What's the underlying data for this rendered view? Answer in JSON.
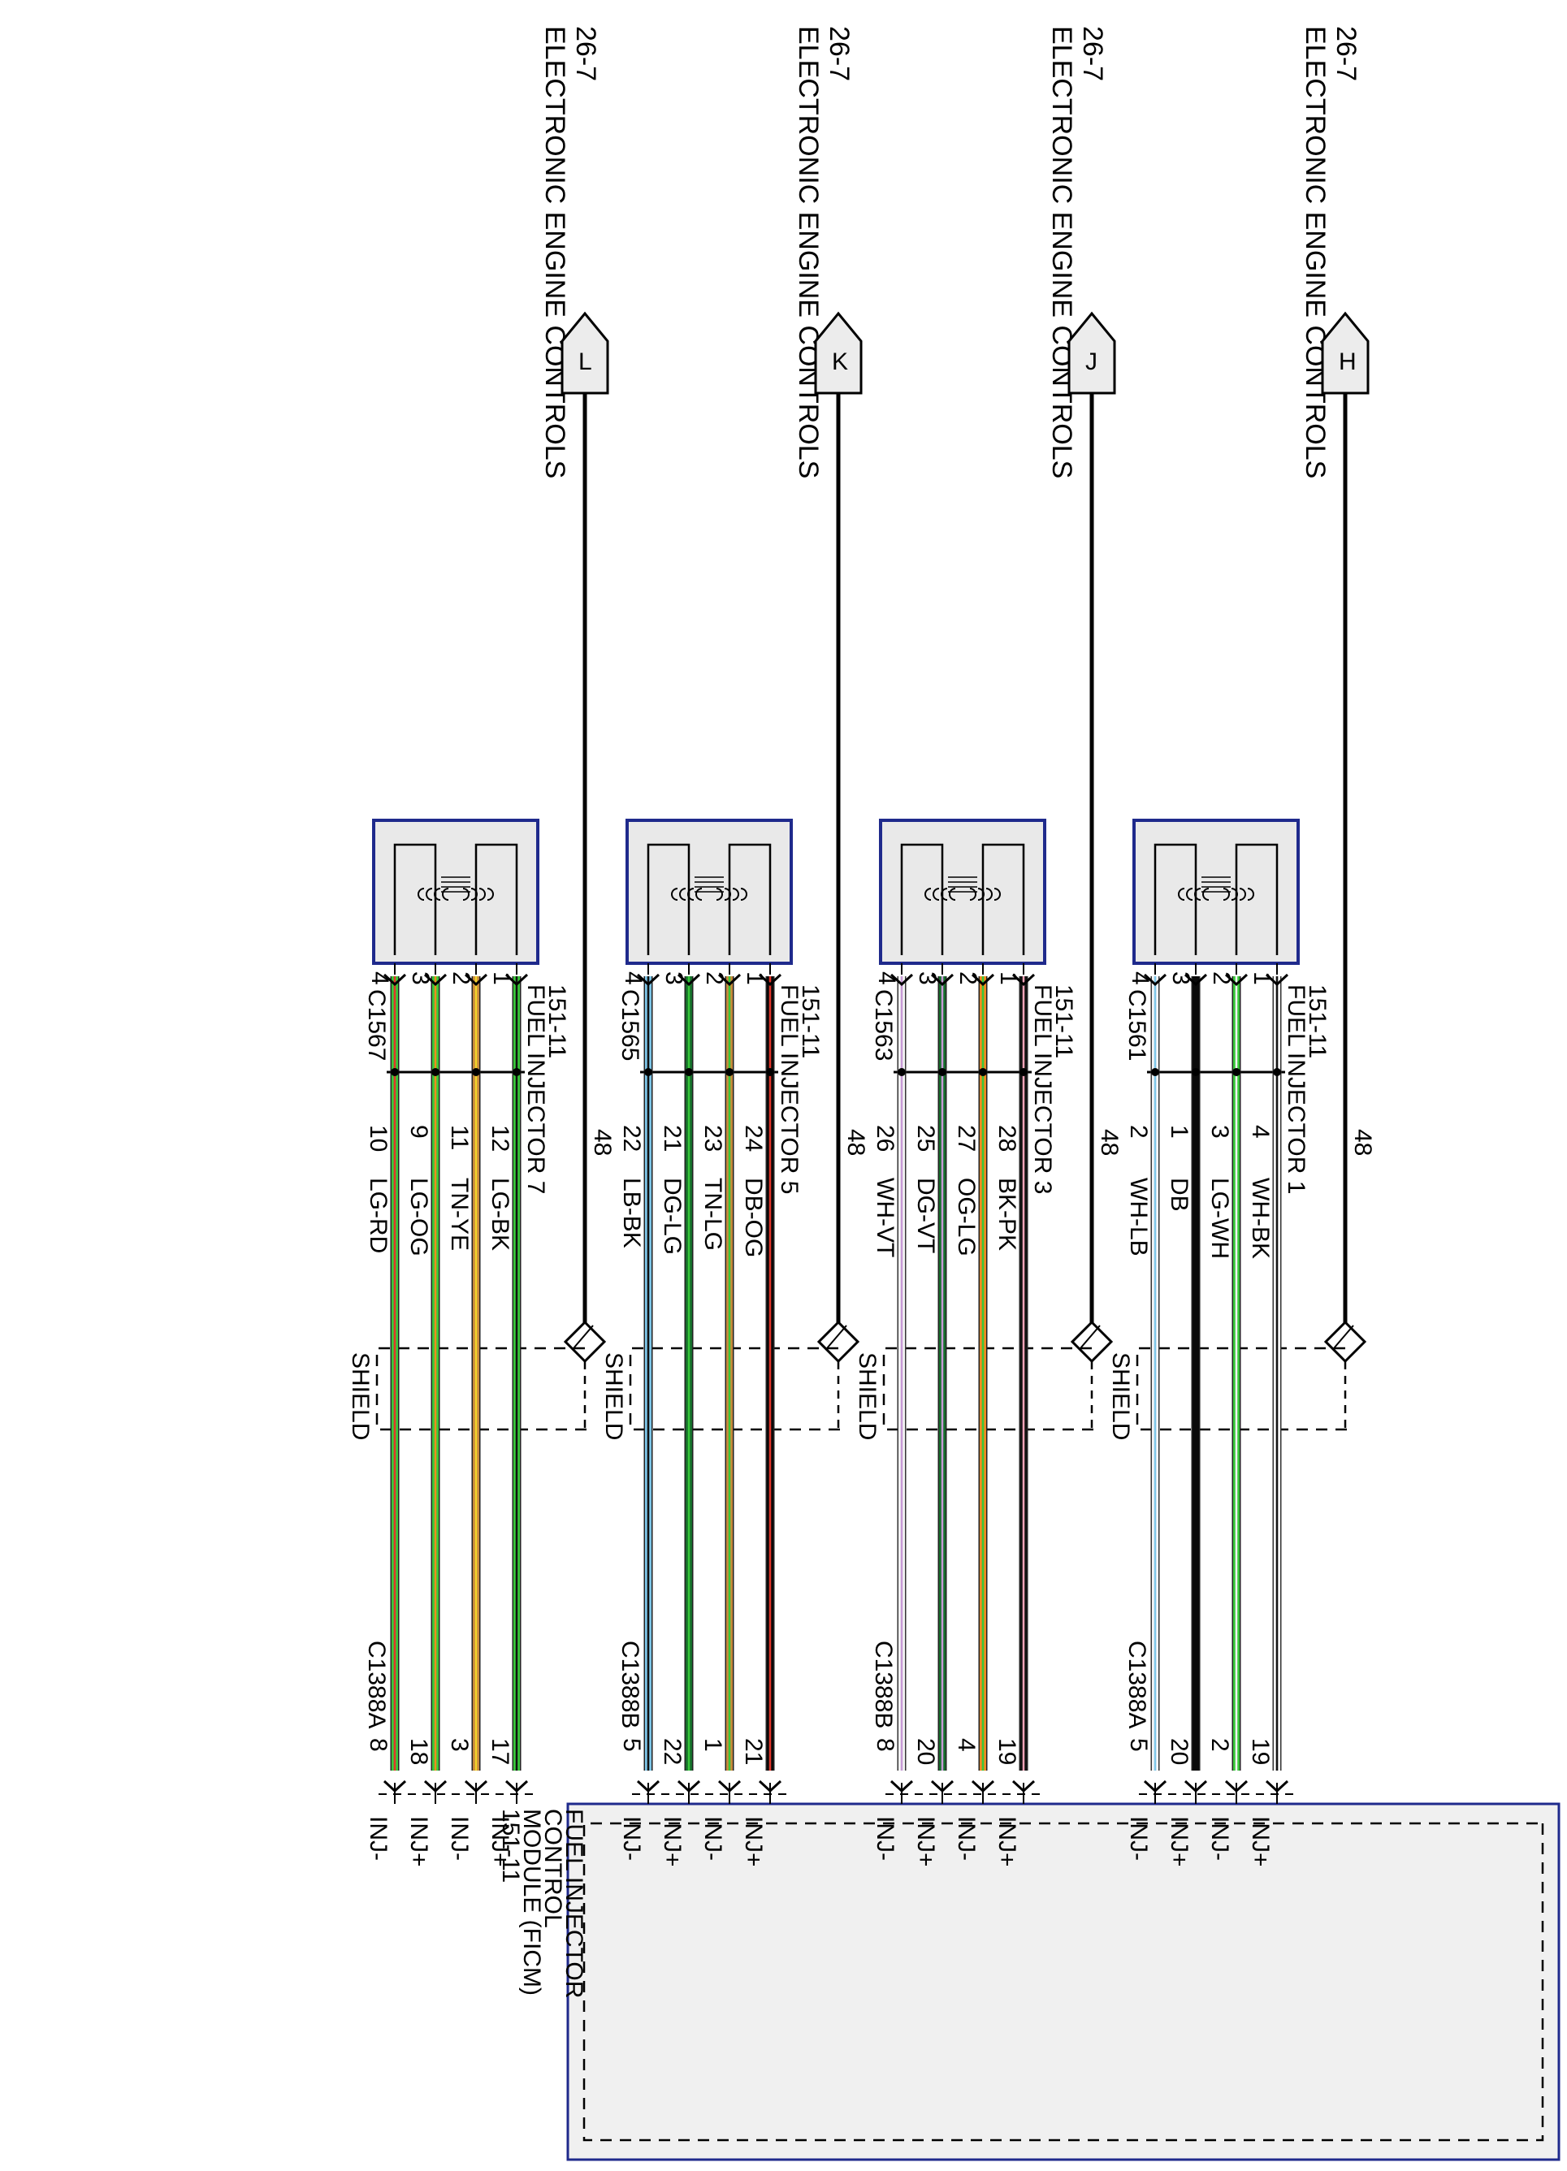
{
  "colors": {
    "LG": "#39c83a",
    "RD": "#e2352a",
    "OG": "#f08a1e",
    "TN": "#c88a3c",
    "YE": "#f2d62a",
    "BK": "#111111",
    "DG": "#166e2b",
    "LB": "#7ec6e8",
    "DB": "#0a0a0a",
    "WH": "#f4f4f4",
    "VT": "#c79ad6",
    "PK": "#f4a3b8",
    "module_fill": "#f0f0f0",
    "module_border": "#1f2a8c"
  },
  "module": {
    "title_lines": [
      "FUEL INJECTOR",
      "CONTROL",
      "MODULE (FICM)",
      "151-11"
    ]
  },
  "groups": [
    {
      "id": "g1",
      "source": {
        "lines": [
          "ELECTRONIC ENGINE CONTROLS",
          "26-7"
        ],
        "letter": "H"
      },
      "shield_pin": "48",
      "shield_label": "SHIELD",
      "injector": {
        "lines": [
          "FUEL INJECTOR 1",
          "151-11"
        ],
        "connector": "C1561"
      },
      "module_connector": "C1388A",
      "wires": [
        {
          "inj_pin": "1",
          "circuit": "4",
          "color_code": "WH-BK",
          "colors": [
            "WH",
            "BK"
          ],
          "mod_pin": "19",
          "mod_label": "INJ+"
        },
        {
          "inj_pin": "2",
          "circuit": "3",
          "color_code": "LG-WH",
          "colors": [
            "LG",
            "WH"
          ],
          "mod_pin": "2",
          "mod_label": "INJ-"
        },
        {
          "inj_pin": "3",
          "circuit": "1",
          "color_code": "DB",
          "colors": [
            "DB",
            "DB"
          ],
          "mod_pin": "20",
          "mod_label": "INJ+"
        },
        {
          "inj_pin": "4",
          "circuit": "2",
          "color_code": "WH-LB",
          "colors": [
            "WH",
            "LB"
          ],
          "mod_pin": "5",
          "mod_label": "INJ-"
        }
      ]
    },
    {
      "id": "g3",
      "source": {
        "lines": [
          "ELECTRONIC ENGINE CONTROLS",
          "26-7"
        ],
        "letter": "J"
      },
      "shield_pin": "48",
      "shield_label": "SHIELD",
      "injector": {
        "lines": [
          "FUEL INJECTOR 3",
          "151-11"
        ],
        "connector": "C1563"
      },
      "module_connector": "C1388B",
      "wires": [
        {
          "inj_pin": "1",
          "circuit": "28",
          "color_code": "BK-PK",
          "colors": [
            "BK",
            "PK"
          ],
          "mod_pin": "19",
          "mod_label": "INJ+"
        },
        {
          "inj_pin": "2",
          "circuit": "27",
          "color_code": "OG-LG",
          "colors": [
            "OG",
            "LG"
          ],
          "mod_pin": "4",
          "mod_label": "INJ-"
        },
        {
          "inj_pin": "3",
          "circuit": "25",
          "color_code": "DG-VT",
          "colors": [
            "DG",
            "VT"
          ],
          "mod_pin": "20",
          "mod_label": "INJ+"
        },
        {
          "inj_pin": "4",
          "circuit": "26",
          "color_code": "WH-VT",
          "colors": [
            "WH",
            "VT"
          ],
          "mod_pin": "8",
          "mod_label": "INJ-"
        }
      ]
    },
    {
      "id": "g5",
      "source": {
        "lines": [
          "ELECTRONIC ENGINE CONTROLS",
          "26-7"
        ],
        "letter": "K"
      },
      "shield_pin": "48",
      "shield_label": "SHIELD",
      "injector": {
        "lines": [
          "FUEL INJECTOR 5",
          "151-11"
        ],
        "connector": "C1565"
      },
      "module_connector": "C1388B",
      "wires": [
        {
          "inj_pin": "1",
          "circuit": "24",
          "color_code": "DB-OG",
          "colors": [
            "DB",
            "RD"
          ],
          "mod_pin": "21",
          "mod_label": "INJ+"
        },
        {
          "inj_pin": "2",
          "circuit": "23",
          "color_code": "TN-LG",
          "colors": [
            "TN",
            "LG"
          ],
          "mod_pin": "1",
          "mod_label": "INJ-"
        },
        {
          "inj_pin": "3",
          "circuit": "21",
          "color_code": "DG-LG",
          "colors": [
            "DG",
            "LG"
          ],
          "mod_pin": "22",
          "mod_label": "INJ+"
        },
        {
          "inj_pin": "4",
          "circuit": "22",
          "color_code": "LB-BK",
          "colors": [
            "LB",
            "BK"
          ],
          "mod_pin": "5",
          "mod_label": "INJ-"
        }
      ]
    },
    {
      "id": "g7",
      "source": {
        "lines": [
          "ELECTRONIC ENGINE CONTROLS",
          "26-7"
        ],
        "letter": "L"
      },
      "shield_pin": "48",
      "shield_label": "SHIELD",
      "injector": {
        "lines": [
          "FUEL INJECTOR 7",
          "151-11"
        ],
        "connector": "C1567"
      },
      "module_connector": "C1388A",
      "wires": [
        {
          "inj_pin": "1",
          "circuit": "12",
          "color_code": "LG-BK",
          "colors": [
            "LG",
            "BK"
          ],
          "mod_pin": "17",
          "mod_label": "INJ+"
        },
        {
          "inj_pin": "2",
          "circuit": "11",
          "color_code": "TN-YE",
          "colors": [
            "TN",
            "YE"
          ],
          "mod_pin": "3",
          "mod_label": "INJ-"
        },
        {
          "inj_pin": "3",
          "circuit": "9",
          "color_code": "LG-OG",
          "colors": [
            "LG",
            "OG"
          ],
          "mod_pin": "18",
          "mod_label": "INJ+"
        },
        {
          "inj_pin": "4",
          "circuit": "10",
          "color_code": "LG-RD",
          "colors": [
            "LG",
            "RD"
          ],
          "mod_pin": "8",
          "mod_label": "INJ-"
        }
      ]
    }
  ]
}
